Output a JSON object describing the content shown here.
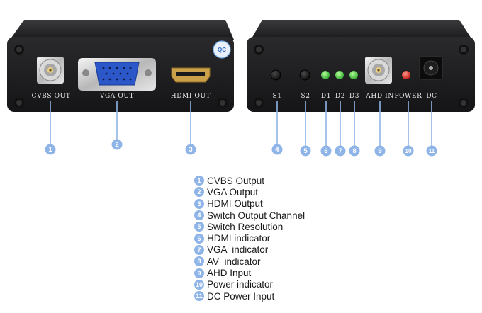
{
  "left_device": {
    "sticker_text": "QC",
    "labels": [
      "CVBS OUT",
      "VGA OUT",
      "HDMI OUT"
    ]
  },
  "right_device": {
    "labels": [
      "S1",
      "S2",
      "D1",
      "D2",
      "D3",
      "AHD IN",
      "POWER",
      "DC"
    ]
  },
  "callout_numbers": [
    "1",
    "2",
    "3",
    "4",
    "5",
    "6",
    "7",
    "8",
    "9",
    "10",
    "11"
  ],
  "legend": [
    {
      "num": "1",
      "text": "CVBS Output"
    },
    {
      "num": "2",
      "text": "VGA Output"
    },
    {
      "num": "3",
      "text": "HDMI Output"
    },
    {
      "num": "4",
      "text": "Switch Output Channel"
    },
    {
      "num": "5",
      "text": "Switch Resolution"
    },
    {
      "num": "6",
      "text": "HDMI indicator"
    },
    {
      "num": "7",
      "text": "VGA  indicator"
    },
    {
      "num": "8",
      "text": "AV  indicator"
    },
    {
      "num": "9",
      "text": "AHD Input"
    },
    {
      "num": "10",
      "text": "Power indicator"
    },
    {
      "num": "11",
      "text": "DC Power Input"
    }
  ],
  "colors": {
    "callout": "#8fb4e8",
    "led_green": "#3ecf3a",
    "led_red": "#e02020",
    "panel": "#1c1c1e"
  }
}
